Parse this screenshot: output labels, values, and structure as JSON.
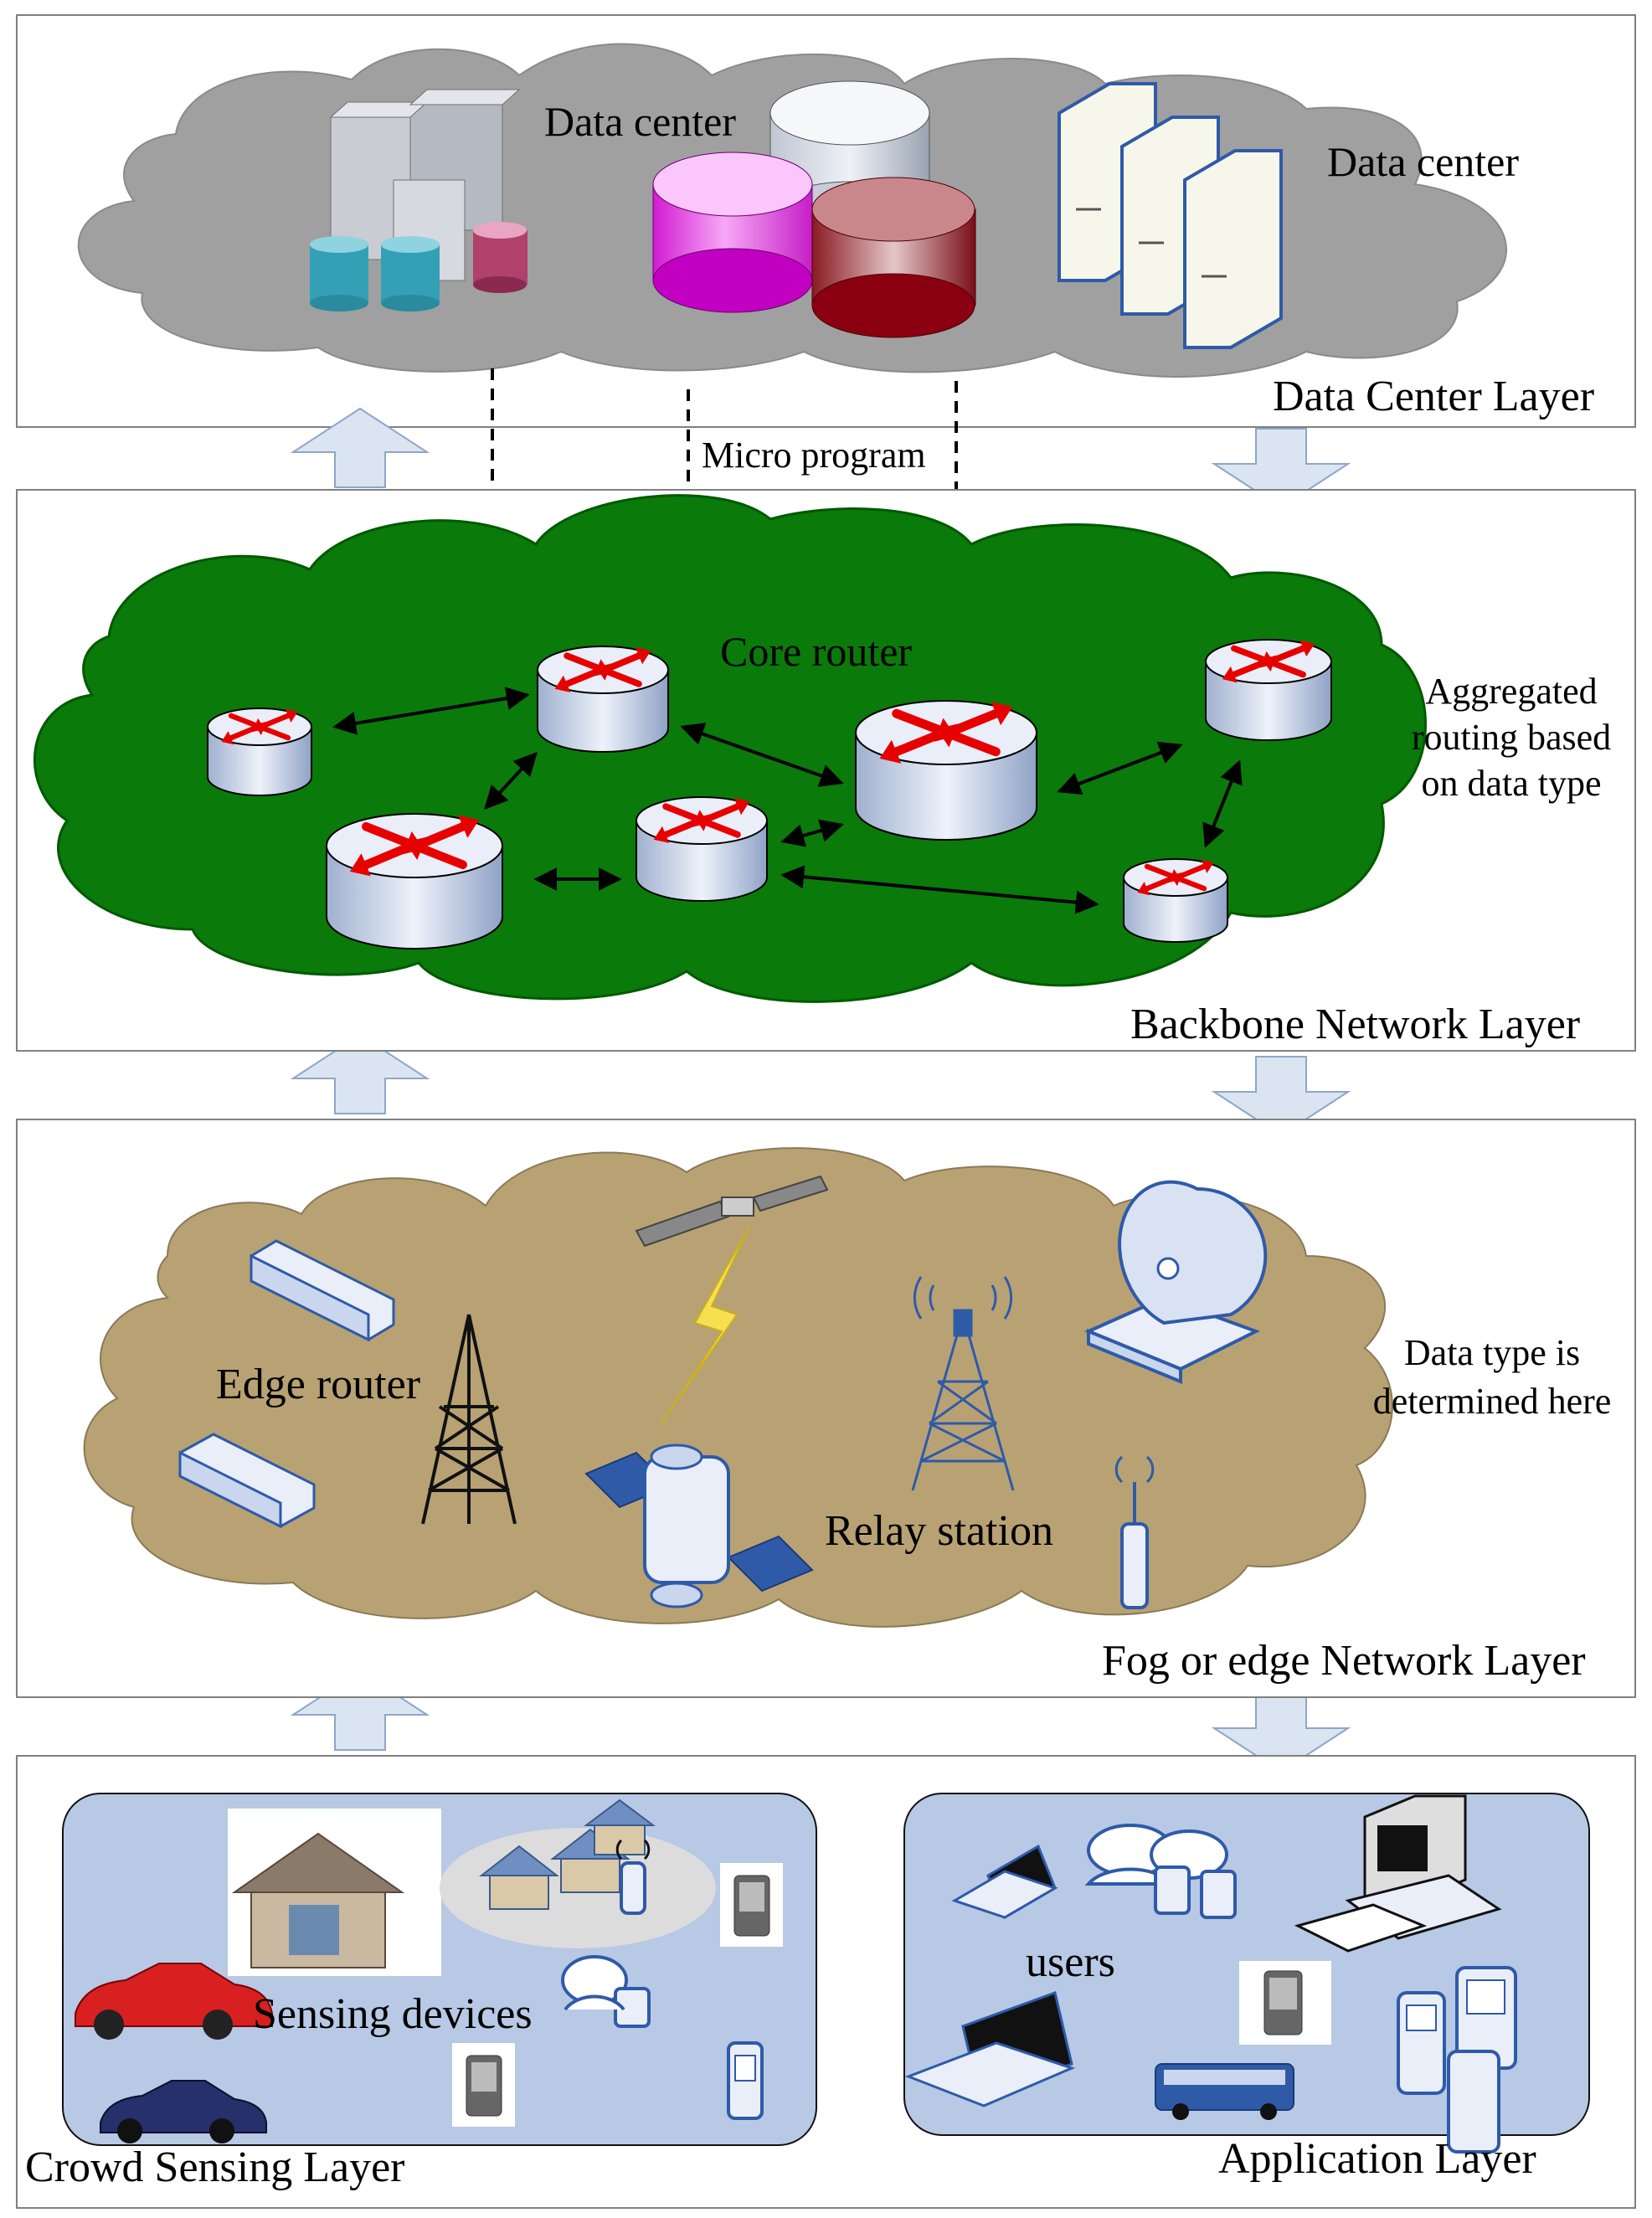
{
  "layers": {
    "data_center": {
      "title": "Data Center Layer",
      "label_left": "Data center",
      "label_right": "Data center",
      "link_label": "Micro program",
      "cloud_color": "#a0a0a0"
    },
    "backbone": {
      "title": "Backbone Network Layer",
      "center_label": "Core router",
      "note": [
        "Aggregated",
        "routing based",
        "on data type"
      ],
      "cloud_color": "#0a7a0a"
    },
    "fog": {
      "title": "Fog or edge Network Layer",
      "edge_label": "Edge router",
      "relay_label": "Relay station",
      "note": [
        "Data type is",
        "determined here"
      ],
      "cloud_color": "#b8a274"
    },
    "crowd": {
      "title": "Crowd Sensing Layer",
      "panel_label": "Sensing devices",
      "panel_color": "#b7c9e4"
    },
    "application": {
      "title": "Application Layer",
      "panel_label": "users",
      "panel_color": "#b7c9e4"
    }
  },
  "colors": {
    "router_top": "#e9eef8",
    "router_side": "#b9c7e0",
    "router_arrow": "#e60000",
    "inter_layer_arrow": "#dbe5f1",
    "device_blue": "#2f5aa8"
  },
  "icons": [
    "server-icon",
    "database-icon",
    "router-icon",
    "switch-icon",
    "tower-icon",
    "satellite-icon",
    "dish-icon",
    "antenna-icon",
    "car-icon",
    "house-icon",
    "pda-icon",
    "phone-icon",
    "laptop-icon",
    "desktop-icon",
    "bus-icon",
    "user-icon"
  ]
}
